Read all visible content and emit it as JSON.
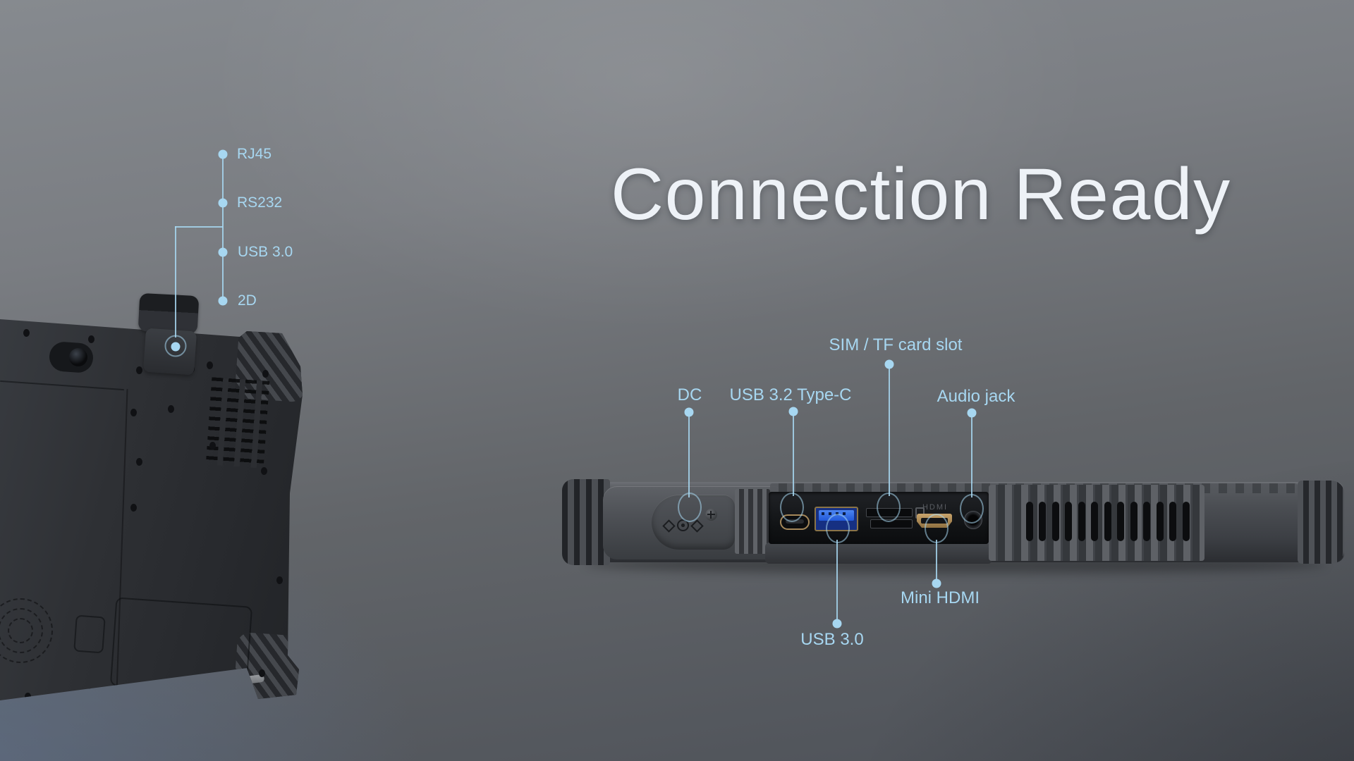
{
  "title": "Connection Ready",
  "colors": {
    "accent": "#a7d7f1",
    "title_text": "#eef2f7",
    "usb_blue": "#2158d8",
    "port_gold": "#a5885a"
  },
  "scanner_callout": {
    "items": [
      {
        "label": "RJ45"
      },
      {
        "label": "RS232"
      },
      {
        "label": "USB 3.0"
      },
      {
        "label": "2D"
      }
    ]
  },
  "port_callouts": {
    "top": [
      {
        "label": "DC"
      },
      {
        "label": "USB 3.2 Type-C"
      },
      {
        "label": "SIM / TF card slot"
      },
      {
        "label": "Audio jack"
      }
    ],
    "bottom": [
      {
        "label": "Mini HDMI"
      },
      {
        "label": "USB 3.0"
      }
    ]
  },
  "device_print": {
    "hdmi": "HDMI"
  }
}
